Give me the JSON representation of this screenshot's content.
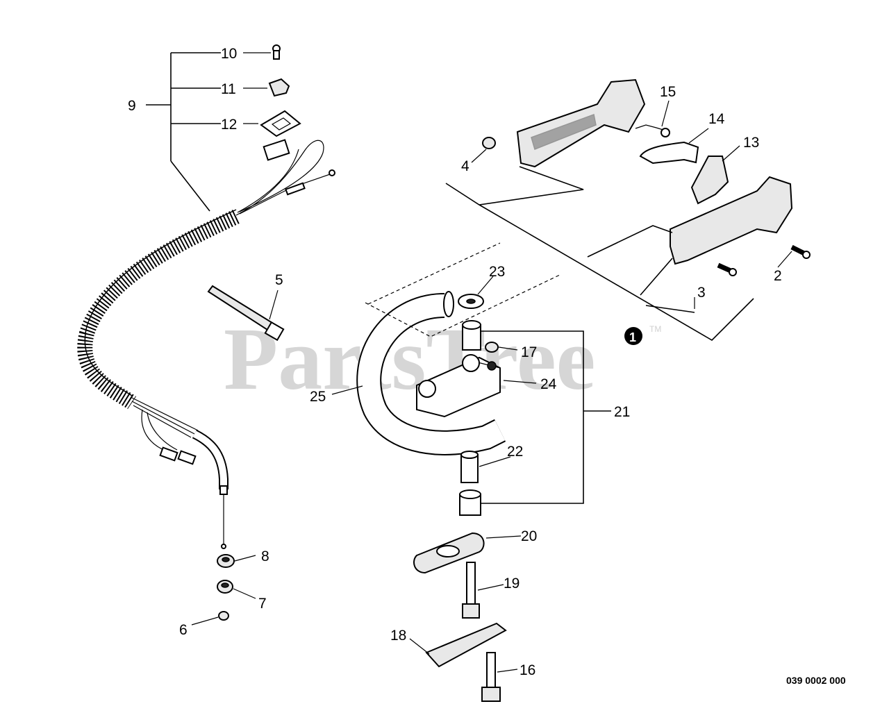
{
  "watermark": {
    "brand": "PartsTree",
    "trademark": "TM"
  },
  "drawing_code": "039 0002 000",
  "callout_badge": "1",
  "part_labels": {
    "p2": "2",
    "p3": "3",
    "p4": "4",
    "p5": "5",
    "p6": "6",
    "p7": "7",
    "p8": "8",
    "p9": "9",
    "p10": "10",
    "p11": "11",
    "p12": "12",
    "p13": "13",
    "p14": "14",
    "p15": "15",
    "p16": "16",
    "p17": "17",
    "p18": "18",
    "p19": "19",
    "p20": "20",
    "p21": "21",
    "p22": "22",
    "p23": "23",
    "p24": "24",
    "p25": "25"
  }
}
